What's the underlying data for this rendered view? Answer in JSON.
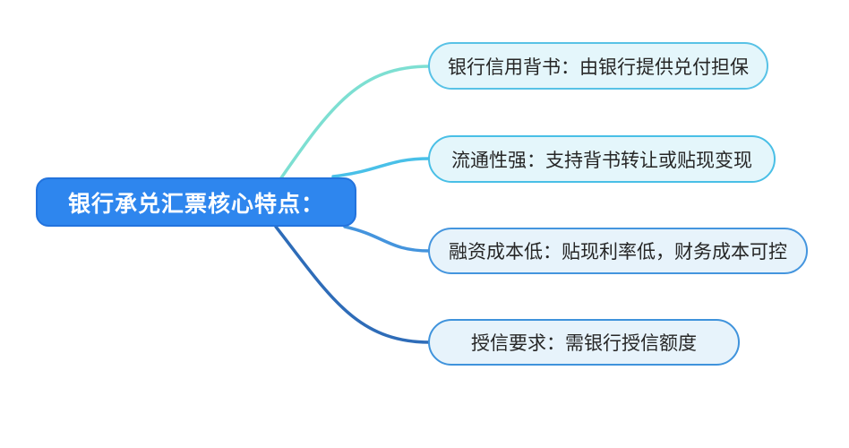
{
  "canvas": {
    "background": "#ffffff"
  },
  "root": {
    "label": "银行承兑汇票核心特点：",
    "fill_color": "#2e86ee",
    "border_color": "#2373dd",
    "text_color": "#ffffff"
  },
  "branches": [
    {
      "label": "银行信用背书：由银行提供兑付担保",
      "line_color": "#7ddfd2",
      "border_color": "#58c2e6",
      "fill_color": "#e4f6fb"
    },
    {
      "label": "流通性强：支持背书转让或贴现变现",
      "line_color": "#49c0e8",
      "border_color": "#49bfe6",
      "fill_color": "#e4f6fb"
    },
    {
      "label": "融资成本低：贴现利率低，财务成本可控",
      "line_color": "#4494dd",
      "border_color": "#4495de",
      "fill_color": "#e7f3fb"
    },
    {
      "label": "授信要求：需银行授信额度",
      "line_color": "#2e6cb8",
      "border_color": "#3f93dc",
      "fill_color": "#e7f3fb"
    }
  ]
}
